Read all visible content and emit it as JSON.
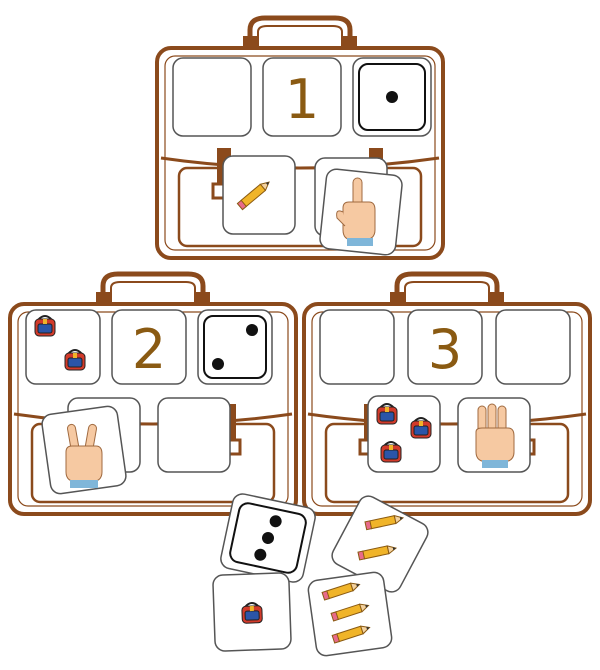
{
  "colors": {
    "bag_outline": "#8b4a1c",
    "number": "#8a5a12",
    "card_border": "#555555",
    "card_fill": "#ffffff",
    "dot": "#111111",
    "skin": "#f6c9a2",
    "pencil": "#f0b429",
    "backpack_red": "#d23a2a",
    "backpack_blue": "#2b55a8"
  },
  "bags": [
    {
      "number": "1",
      "slots": {
        "left": "empty",
        "center": "number",
        "right": "die-1-dot"
      },
      "pockets": [
        {
          "card": "pencil-1"
        },
        {
          "card": "hand-1-finger"
        }
      ]
    },
    {
      "number": "2",
      "slots": {
        "left": "backpack-2",
        "center": "number",
        "right": "die-2-dots"
      },
      "pockets": [
        {
          "card": "hand-2-fingers"
        },
        {
          "card": "empty"
        }
      ]
    },
    {
      "number": "3",
      "slots": {
        "left": "empty",
        "center": "number",
        "right": "empty"
      },
      "pockets": [
        {
          "card": "backpack-3"
        },
        {
          "card": "hand-3-fingers"
        }
      ]
    }
  ],
  "loose_cards": [
    {
      "card": "die-3-dots"
    },
    {
      "card": "pencil-2"
    },
    {
      "card": "backpack-1"
    },
    {
      "card": "pencil-3"
    }
  ]
}
